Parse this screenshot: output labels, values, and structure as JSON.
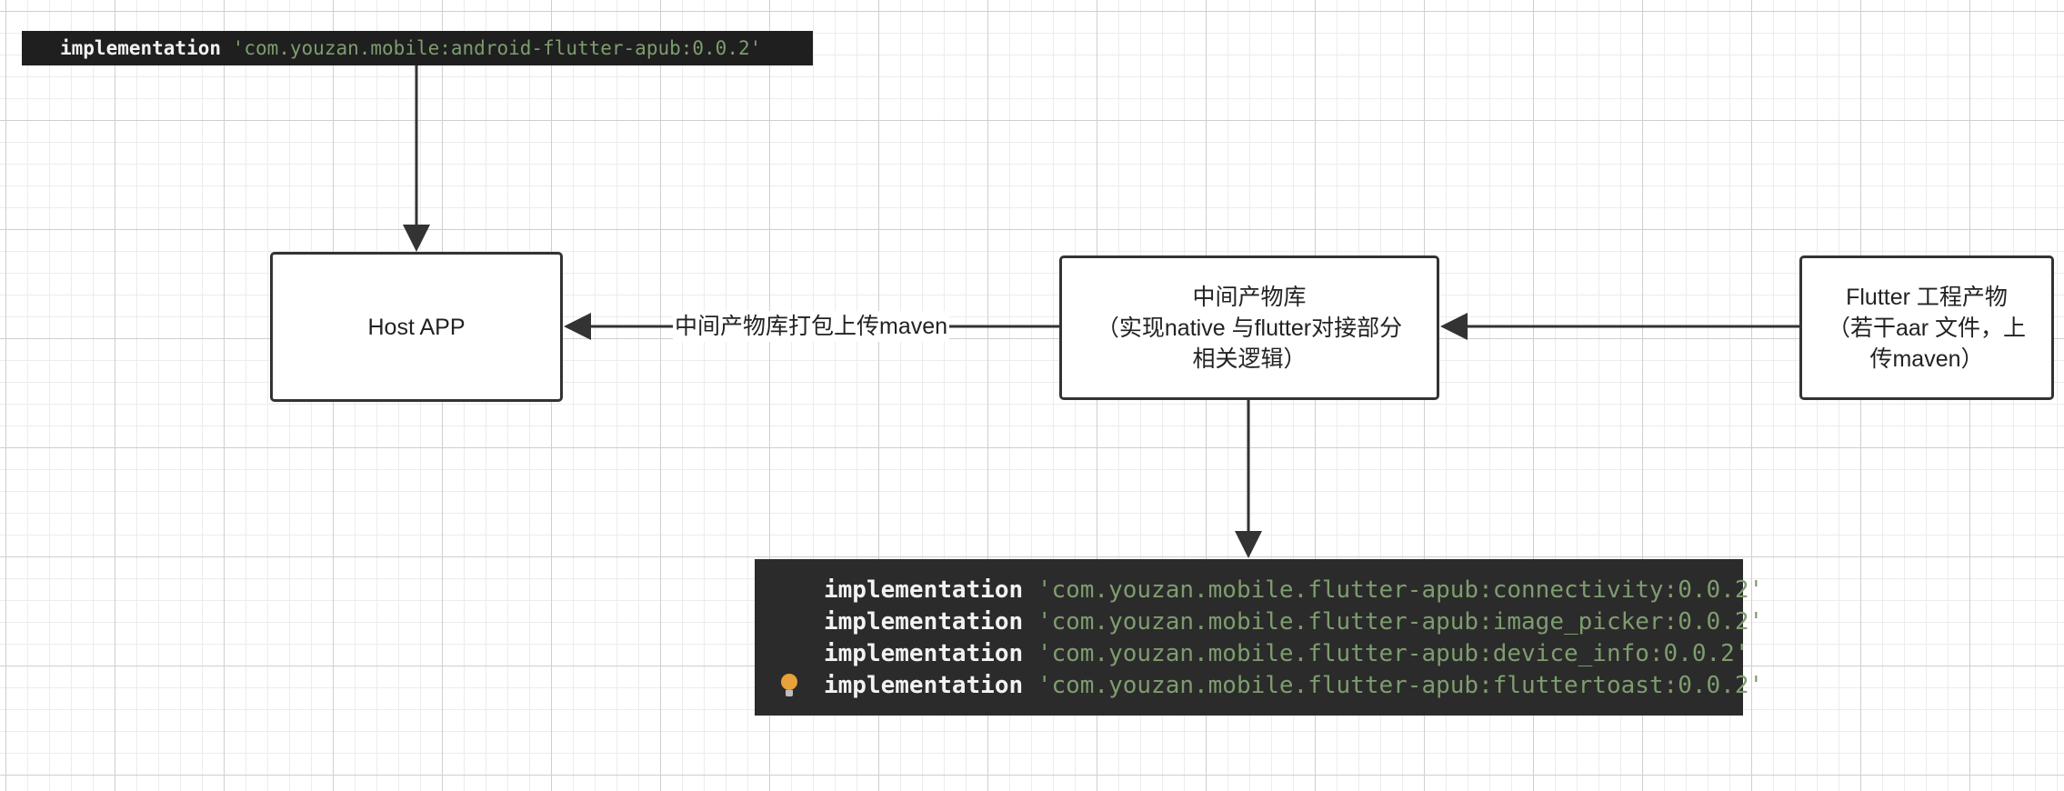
{
  "top_dependency": {
    "keyword": "implementation",
    "value": "'com.youzan.mobile:android-flutter-apub:0.0.2'"
  },
  "boxes": {
    "host": {
      "line1": "Host APP"
    },
    "middle": {
      "line1": "中间产物库",
      "line2": "（实现native 与flutter对接部分",
      "line3": "相关逻辑）"
    },
    "flutter": {
      "line1": "Flutter 工程产物",
      "line2": "（若干aar 文件，上",
      "line3": "传maven）"
    }
  },
  "edge_label": "中间产物库打包上传maven",
  "bottom_dependencies": [
    {
      "keyword": "implementation",
      "value": "'com.youzan.mobile.flutter-apub:connectivity:0.0.2'"
    },
    {
      "keyword": "implementation",
      "value": "'com.youzan.mobile.flutter-apub:image_picker:0.0.2'"
    },
    {
      "keyword": "implementation",
      "value": "'com.youzan.mobile.flutter-apub:device_info:0.0.2'"
    },
    {
      "keyword": "implementation",
      "value": "'com.youzan.mobile.flutter-apub:fluttertoast:0.0.2'"
    }
  ],
  "icons": {
    "hint": "lightbulb-icon"
  },
  "colors": {
    "code_background": "#2b2b2b",
    "code_keyword": "#f2f2f2",
    "code_string": "#7e9d6e",
    "box_border": "#333333",
    "arrow": "#333333",
    "bulb": "#e8a23a"
  }
}
